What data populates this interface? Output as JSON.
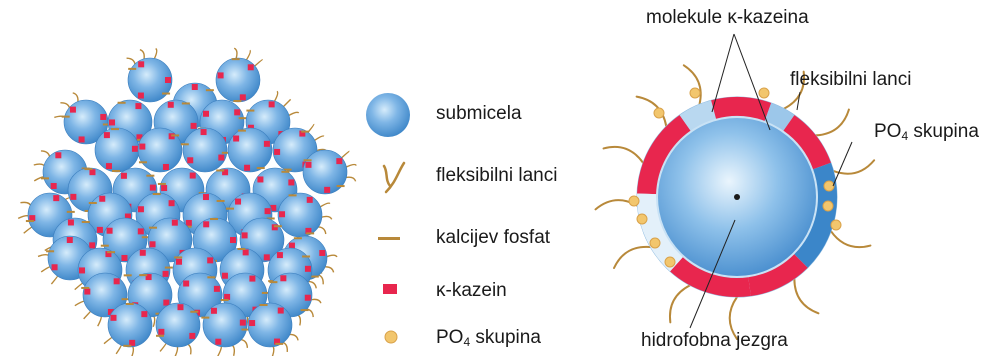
{
  "legend": {
    "submicela": "submicela",
    "flexible_chains": "fleksibilni lanci",
    "calcium_phosphate": "kalcijev fosfat",
    "kappa_casein": "κ-kazein",
    "po4_prefix": "PO",
    "po4_sub": "4",
    "po4_suffix": " skupina"
  },
  "submicelle_labels": {
    "kappa_molecules": "molekule κ-kazeina",
    "flexible_chains": "fleksibilni lanci",
    "po4_prefix": "PO",
    "po4_sub": "4",
    "po4_suffix": " skupina",
    "hydrophobic_core": "hidrofobna jezgra"
  },
  "colors": {
    "submicelle_blue": "#5b9bd5",
    "kappa_red": "#e8264e",
    "chain_brown": "#b8893a",
    "po4_yellow": "#f2c66d"
  }
}
